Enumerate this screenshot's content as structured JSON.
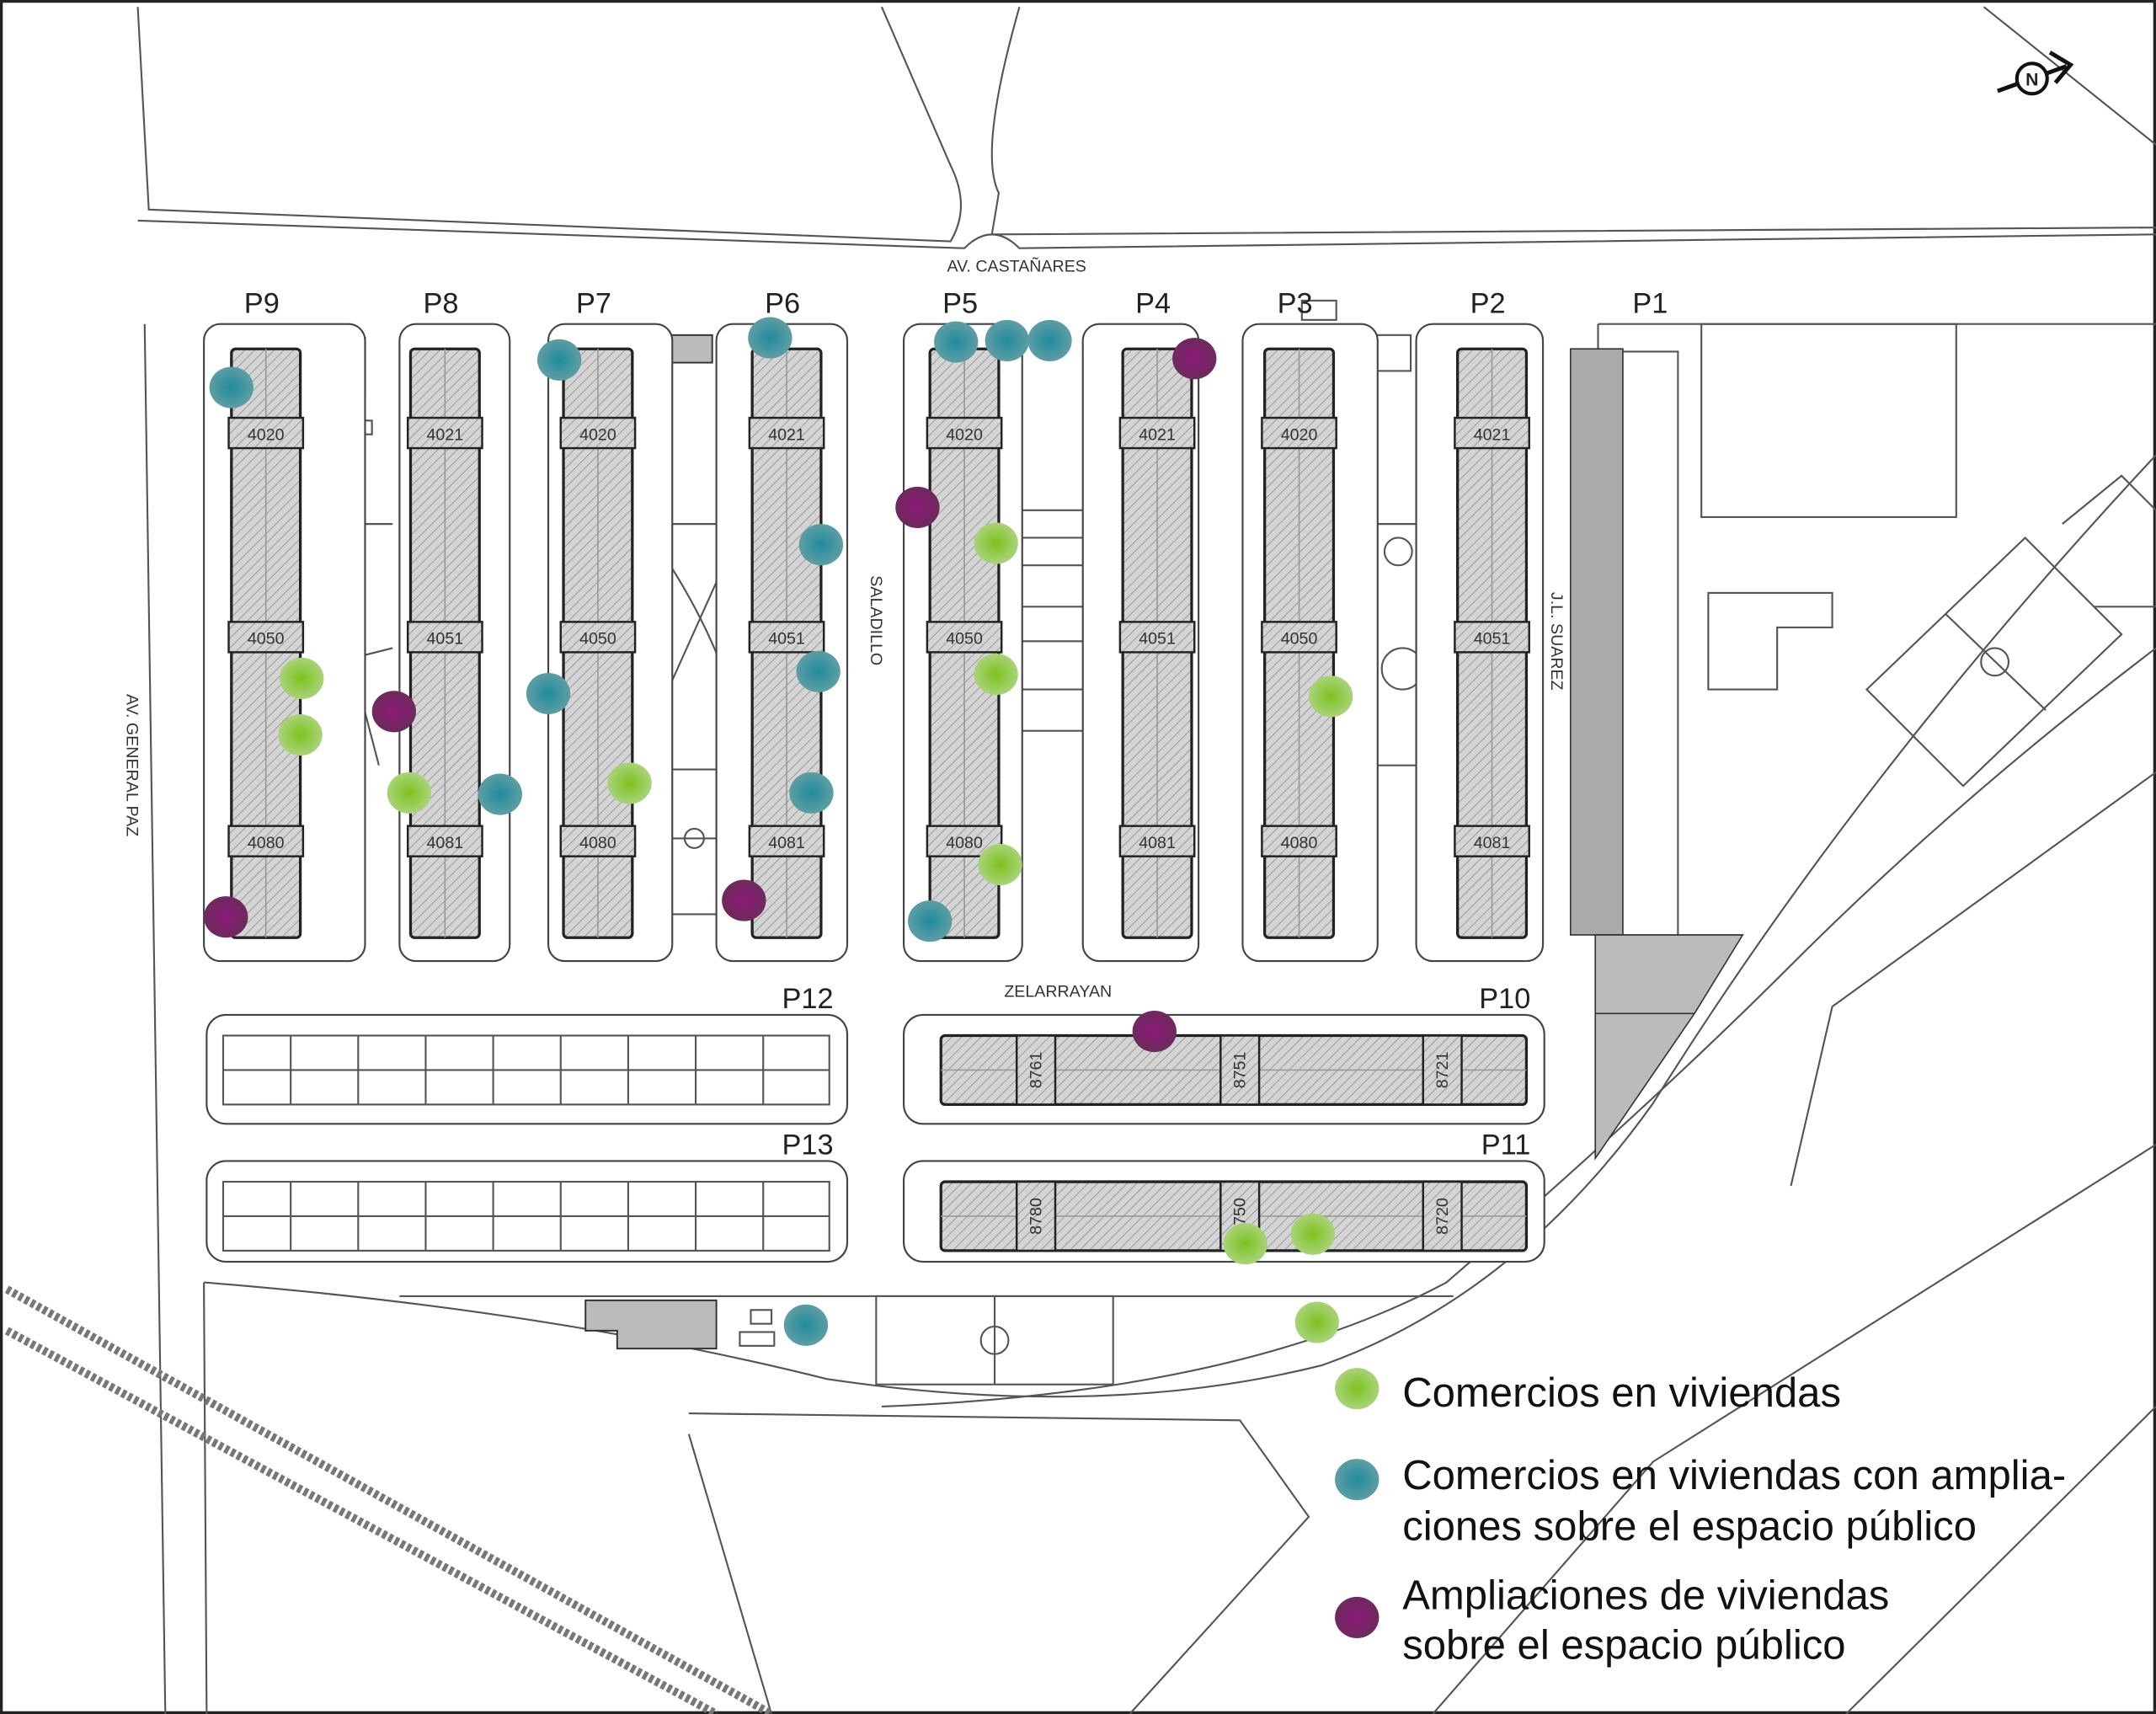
{
  "streets": {
    "castanares": "AV. CASTAÑARES",
    "saladillo": "SALADILLO",
    "suarez": "J.L. SUAREZ",
    "general_paz": "AV. GENERAL PAZ",
    "zelarrayan": "ZELARRAYAN"
  },
  "compass": "N",
  "towers": [
    {
      "name": "P9",
      "codes": [
        "4020",
        "4050",
        "4080"
      ]
    },
    {
      "name": "P8",
      "codes": [
        "4021",
        "4051",
        "4081"
      ]
    },
    {
      "name": "P7",
      "codes": [
        "4020",
        "4050",
        "4080"
      ]
    },
    {
      "name": "P6",
      "codes": [
        "4021",
        "4051",
        "4081"
      ]
    },
    {
      "name": "P5",
      "codes": [
        "4020",
        "4050",
        "4080"
      ]
    },
    {
      "name": "P4",
      "codes": [
        "4021",
        "4051",
        "4081"
      ]
    },
    {
      "name": "P3",
      "codes": [
        "4020",
        "4050",
        "4080"
      ]
    },
    {
      "name": "P2",
      "codes": [
        "4021",
        "4051",
        "4081"
      ]
    }
  ],
  "p1": "P1",
  "long_blocks": [
    {
      "name": "P12",
      "codes": []
    },
    {
      "name": "P13",
      "codes": []
    },
    {
      "name": "P10",
      "codes": [
        "8761",
        "8751",
        "8721"
      ]
    },
    {
      "name": "P11",
      "codes": [
        "8780",
        "8750",
        "8720"
      ]
    }
  ],
  "legend": {
    "items": [
      {
        "key": "green",
        "lines": [
          "Comercios en viviendas"
        ],
        "color": "#8cc63f"
      },
      {
        "key": "teal",
        "lines": [
          "Comercios en viviendas con amplia-",
          "ciones sobre el espacio público"
        ],
        "color": "#3f8f9b"
      },
      {
        "key": "purple",
        "lines": [
          "Ampliaciones de viviendas",
          "sobre el espacio público"
        ],
        "color": "#7a2464"
      }
    ]
  }
}
